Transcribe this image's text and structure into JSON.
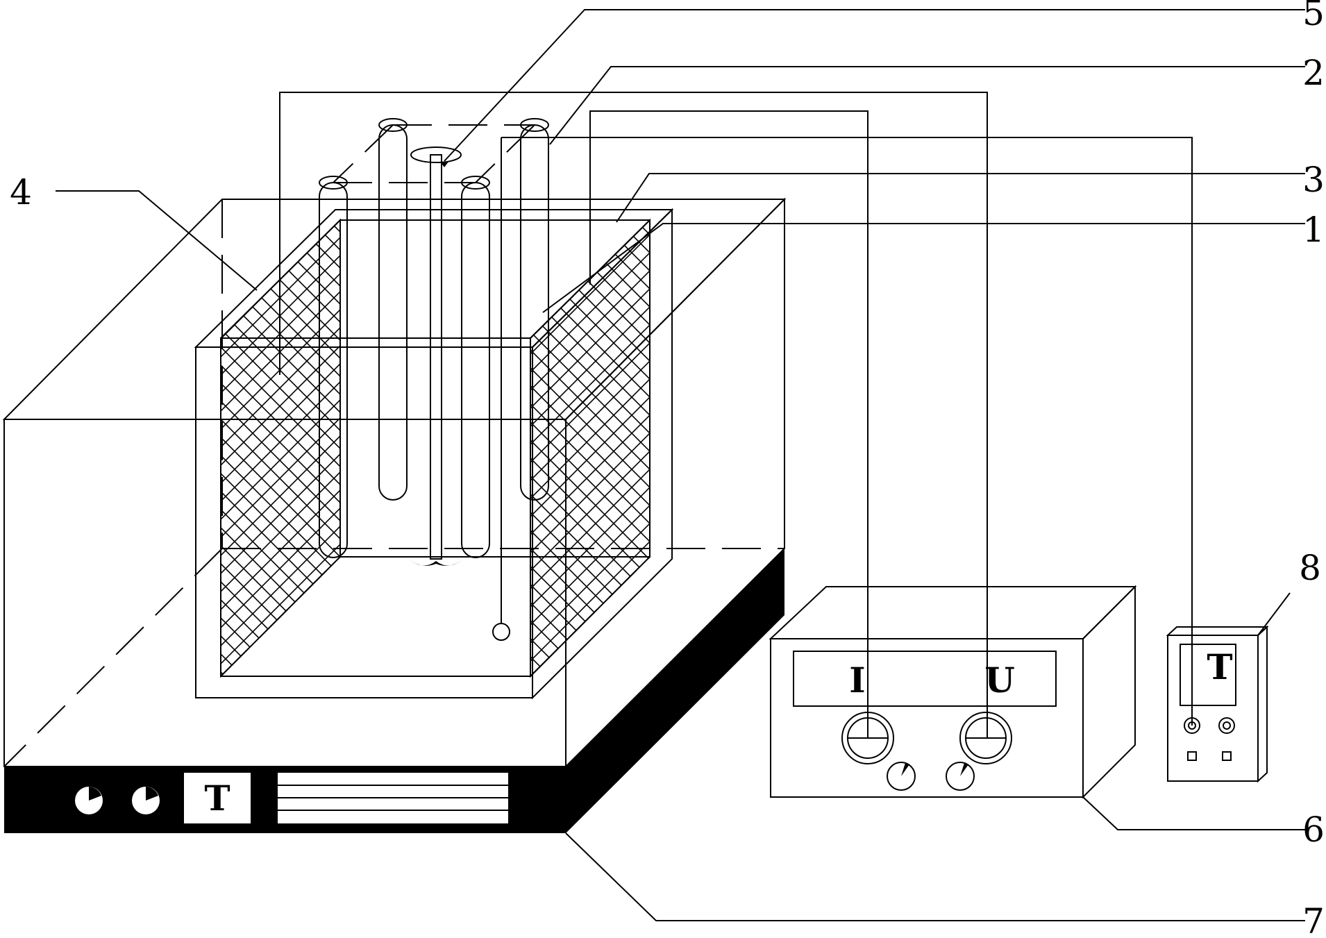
{
  "callouts": {
    "c1": "1",
    "c2": "2",
    "c3": "3",
    "c4": "4",
    "c5": "5",
    "c6": "6",
    "c7": "7",
    "c8": "8"
  },
  "power_supply": {
    "current_label": "I",
    "voltage_label": "U"
  },
  "hot_plate": {
    "display": "T"
  },
  "thermometer": {
    "display": "T"
  },
  "colors": {
    "line": "#000000",
    "background": "#ffffff"
  }
}
